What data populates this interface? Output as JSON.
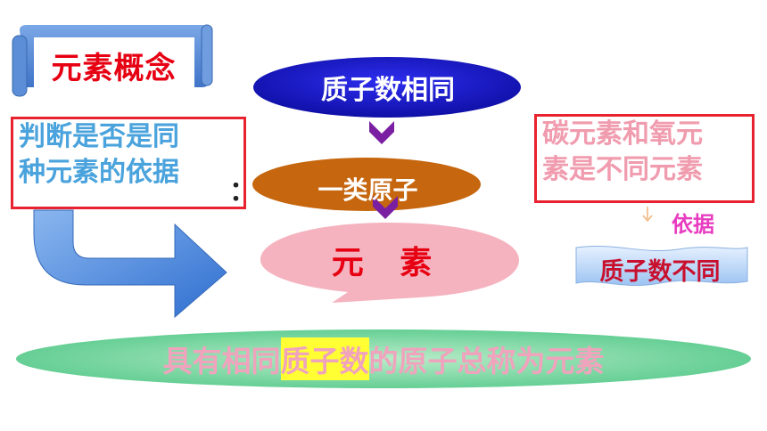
{
  "scroll_title": "元素概念",
  "left_box": {
    "line1": "判断是否是同",
    "line2": "种元素的依据",
    "colon": "："
  },
  "flow": {
    "step1": "质子数相同",
    "step2": "一类原子",
    "step3": "元  素"
  },
  "right_box": {
    "line1": "碳元素和氧元",
    "line2": "素是不同元素"
  },
  "basis_label": "依据",
  "basis_value": "质子数不同",
  "definition": {
    "before": "具有相同",
    "highlight": "质子数",
    "after": "的原子总称为元素"
  },
  "colors": {
    "title_red": "#e60012",
    "scroll_blue": "#5b8ed6",
    "oval_navy": "#1818c8",
    "oval_brown": "#c6660e",
    "oval_pink": "#f5b3bf",
    "arrow_blue": "#4a86d6",
    "chevron_purple": "#7a1fa2",
    "highlight_yellow": "#ffff33"
  }
}
